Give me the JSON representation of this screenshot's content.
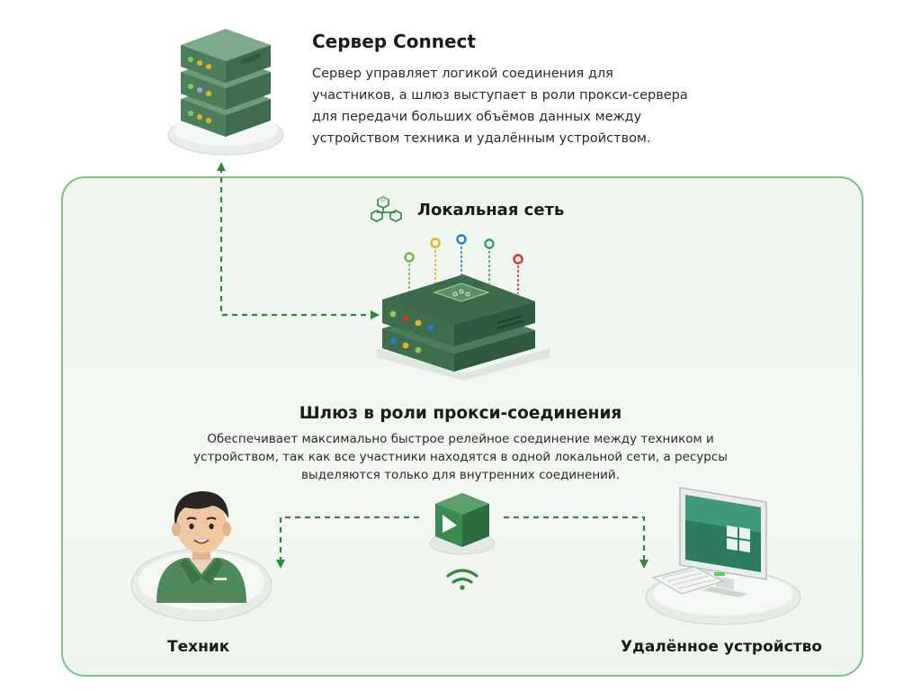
{
  "server": {
    "title": "Сервер Connect",
    "description": "Сервер управляет логикой соединения для участников, а шлюз выступает в роли прокси-сервера для передачи больших объёмов данных между устройством техника и удалённым устройством."
  },
  "lan": {
    "title": "Локальная сеть"
  },
  "gateway": {
    "title": "Шлюз в роли прокси-соединения",
    "description": "Обеспечивает максимально быстрое релейное соединение между техником и устройством, так как все участники находятся в одной локальной сети, а ресурсы выделяются только для внутренних соединений."
  },
  "technician": {
    "label": "Техник"
  },
  "remote_device": {
    "label": "Удалённое устройство"
  },
  "icons": {
    "server": "server-stack-icon",
    "lan": "network-cubes-icon",
    "gateway": "gateway-device-icon",
    "app": "connect-play-icon",
    "wifi": "wifi-icon",
    "technician": "person-icon",
    "remote_device": "computer-icon"
  },
  "colors": {
    "accent_green": "#2f8a3c",
    "dark_green": "#3a6b4c",
    "panel_border": "#7fbf86",
    "panel_background": "#eef6ee",
    "antenna_colors": [
      "#6cbb3c",
      "#e6b320",
      "#1e7fd0",
      "#2fa55a",
      "#d8322a"
    ]
  }
}
